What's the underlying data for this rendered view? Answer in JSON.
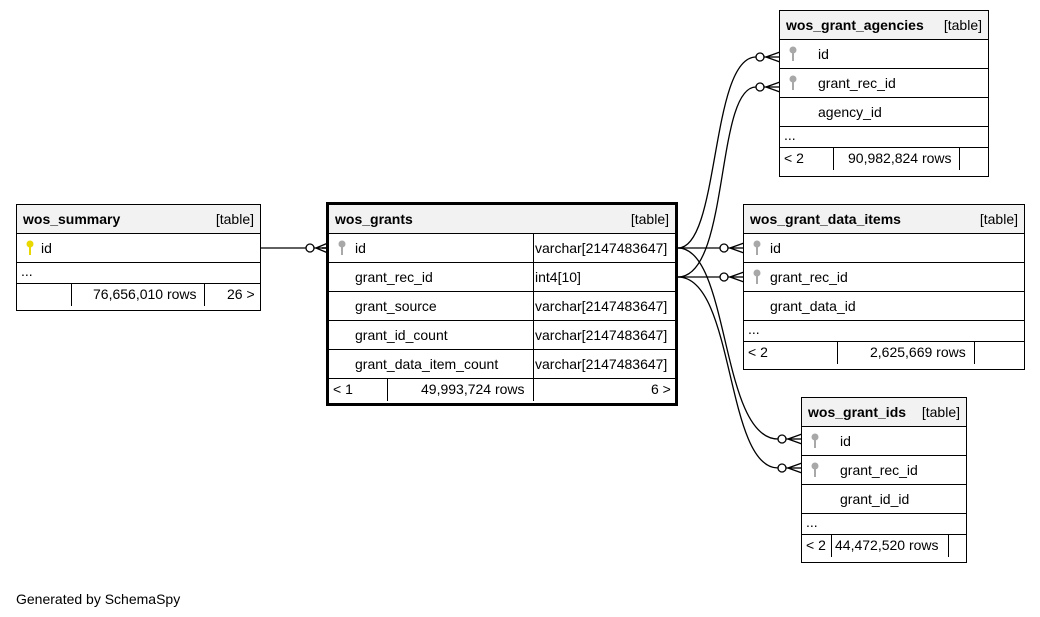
{
  "tables": {
    "wos_summary": {
      "name": "wos_summary",
      "type": "[table]",
      "columns": [
        {
          "name": "id",
          "key": "primary"
        }
      ],
      "ellipsis": "...",
      "footer": {
        "left": "",
        "rows": "76,656,010 rows",
        "right": "26 >"
      }
    },
    "wos_grants": {
      "name": "wos_grants",
      "type": "[table]",
      "columns": [
        {
          "name": "id",
          "datatype": "varchar[2147483647]",
          "key": "foreign"
        },
        {
          "name": "grant_rec_id",
          "datatype": "int4[10]"
        },
        {
          "name": "grant_source",
          "datatype": "varchar[2147483647]"
        },
        {
          "name": "grant_id_count",
          "datatype": "varchar[2147483647]"
        },
        {
          "name": "grant_data_item_count",
          "datatype": "varchar[2147483647]"
        }
      ],
      "footer": {
        "left": "< 1",
        "rows": "49,993,724 rows",
        "right": "6 >"
      }
    },
    "wos_grant_agencies": {
      "name": "wos_grant_agencies",
      "type": "[table]",
      "columns": [
        {
          "name": "id",
          "key": "foreign"
        },
        {
          "name": "grant_rec_id",
          "key": "foreign"
        },
        {
          "name": "agency_id"
        }
      ],
      "ellipsis": "...",
      "footer": {
        "left": "< 2",
        "rows": "90,982,824 rows",
        "right": ""
      }
    },
    "wos_grant_data_items": {
      "name": "wos_grant_data_items",
      "type": "[table]",
      "columns": [
        {
          "name": "id",
          "key": "foreign"
        },
        {
          "name": "grant_rec_id",
          "key": "foreign"
        },
        {
          "name": "grant_data_id"
        }
      ],
      "ellipsis": "...",
      "footer": {
        "left": "< 2",
        "rows": "2,625,669 rows",
        "right": ""
      }
    },
    "wos_grant_ids": {
      "name": "wos_grant_ids",
      "type": "[table]",
      "columns": [
        {
          "name": "id",
          "key": "foreign"
        },
        {
          "name": "grant_rec_id",
          "key": "foreign"
        },
        {
          "name": "grant_id_id"
        }
      ],
      "ellipsis": "...",
      "footer": {
        "left": "< 2",
        "rows": "44,472,520 rows",
        "right": ""
      }
    }
  },
  "colors": {
    "primary_key": "#e8d800",
    "foreign_key": "#a8a8a8",
    "header_bg": "#f2f2f2"
  },
  "footer_credit": "Generated by SchemaSpy"
}
